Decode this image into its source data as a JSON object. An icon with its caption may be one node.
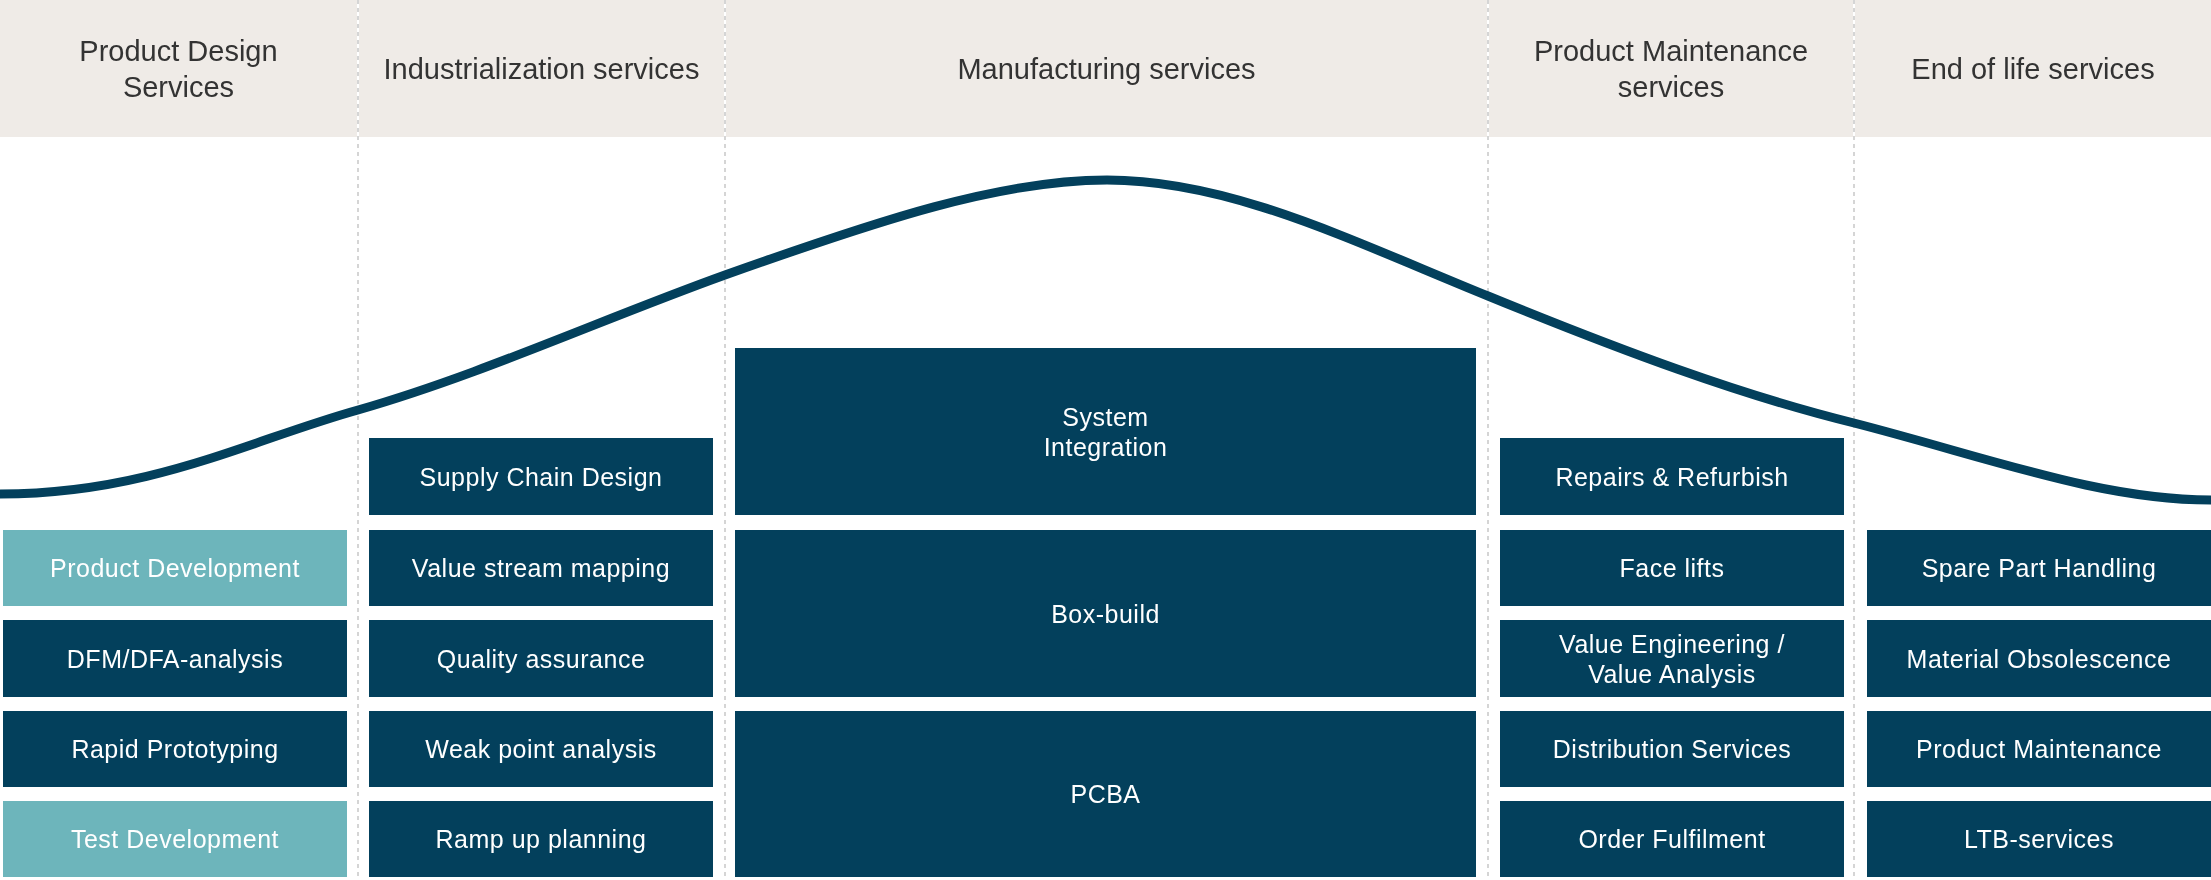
{
  "diagram": {
    "nodes": [
      {
        "text": [
          "Product Design Services"
        ]
      },
      {
        "text": [
          "Industrialization services"
        ]
      },
      {
        "text": [
          "Manufacturing services"
        ]
      },
      {
        "text": [
          "Product Maintenance services"
        ]
      },
      {
        "text": [
          "End of life services"
        ]
      },
      {
        "text": [
          "System Integration"
        ]
      },
      {
        "text": [
          "Supply Chain Design"
        ]
      },
      {
        "text": [
          "Repairs & Refurbish"
        ]
      },
      {
        "text": [
          "Product Development"
        ]
      },
      {
        "text": [
          "Value stream mapping"
        ]
      },
      {
        "text": [
          "Box-build"
        ]
      },
      {
        "text": [
          "Face lifts"
        ]
      },
      {
        "text": [
          "Spare Part Handling"
        ]
      },
      {
        "text": [
          "DFM/DFA-analysis"
        ]
      },
      {
        "text": [
          "Quality assurance"
        ]
      },
      {
        "text": [
          "Value Engineering / Value Analysis"
        ]
      },
      {
        "text": [
          "Material Obsolescence"
        ]
      },
      {
        "text": [
          "Rapid Prototyping"
        ]
      },
      {
        "text": [
          "Weak point analysis"
        ]
      },
      {
        "text": [
          "PCBA"
        ]
      },
      {
        "text": [
          "Distribution Services"
        ]
      },
      {
        "text": [
          "Product Maintenance"
        ]
      },
      {
        "text": [
          "Test Development"
        ]
      },
      {
        "text": [
          "Ramp up planning"
        ]
      },
      {
        "text": [
          "Order Fulfilment"
        ]
      },
      {
        "text": [
          "LTB-services"
        ]
      }
    ]
  }
}
